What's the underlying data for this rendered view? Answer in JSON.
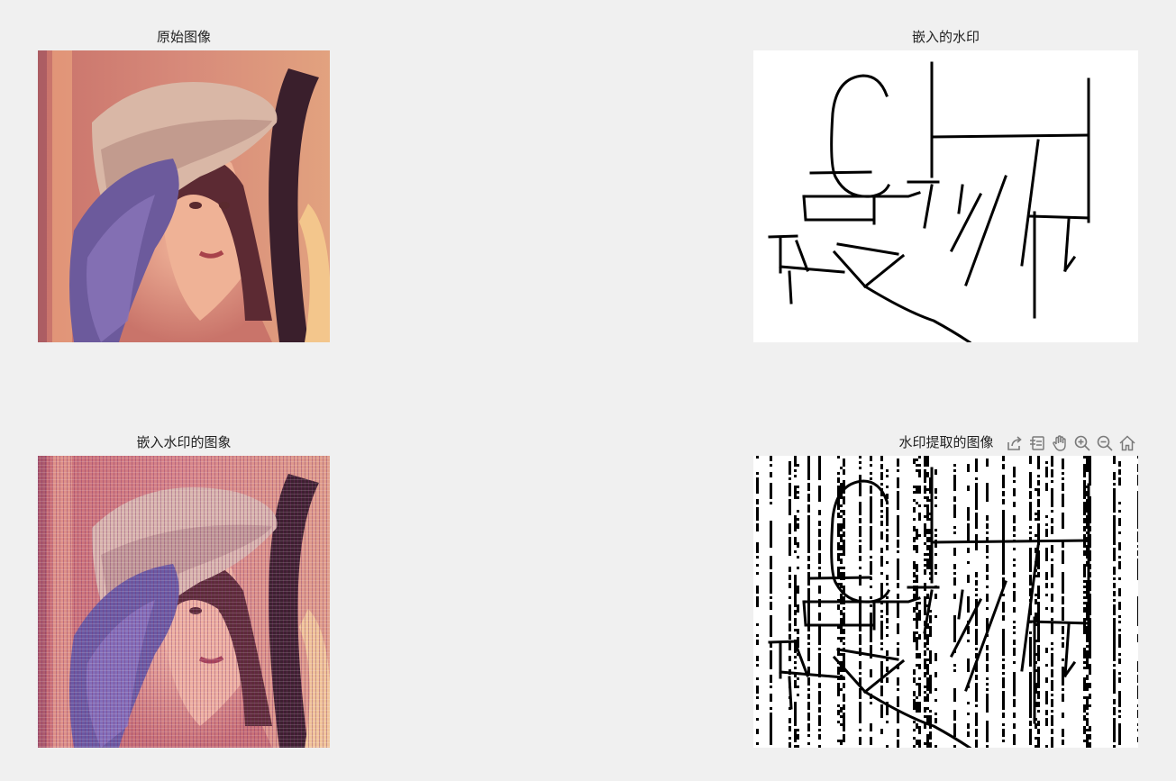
{
  "panels": {
    "original": {
      "title": "原始图像"
    },
    "watermark": {
      "title": "嵌入的水印"
    },
    "embedded": {
      "title": "嵌入水印的图象"
    },
    "extracted": {
      "title": "水印提取的图像"
    }
  },
  "toolbar": {
    "buttons": [
      {
        "icon": "export-icon"
      },
      {
        "icon": "brush-icon"
      },
      {
        "icon": "pan-hand-icon"
      },
      {
        "icon": "zoom-in-icon"
      },
      {
        "icon": "zoom-out-icon"
      },
      {
        "icon": "home-icon"
      }
    ]
  },
  "colors": {
    "figure_background": "#f0f0f0",
    "watermark_ink": "#000000",
    "watermark_paper": "#ffffff",
    "toolbar_icon": "#7a7a7a"
  }
}
